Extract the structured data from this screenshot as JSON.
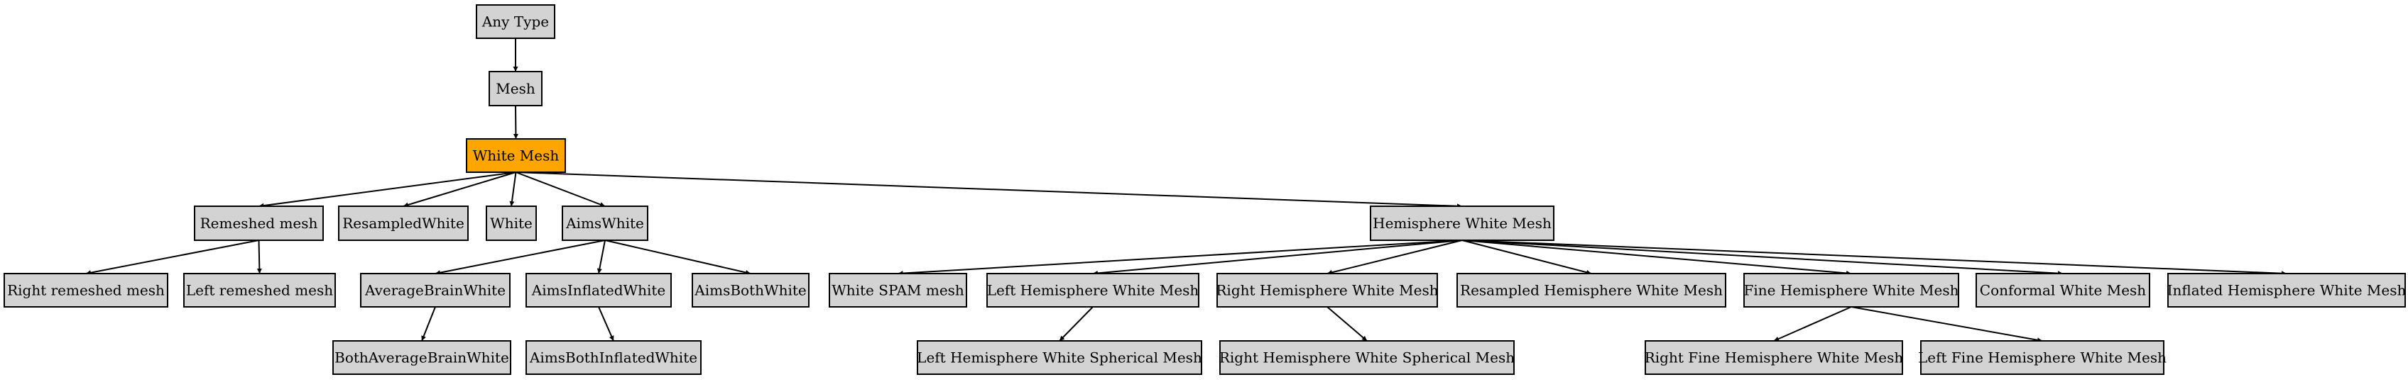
{
  "diagram": {
    "node_fill": "#d3d3d3",
    "highlight_fill": "#ffa500",
    "nodes": {
      "any_type": "Any Type",
      "mesh": "Mesh",
      "white_mesh": "White Mesh",
      "remeshed_mesh": "Remeshed mesh",
      "resampled_white": "ResampledWhite",
      "white": "White",
      "aims_white": "AimsWhite",
      "hemisphere_white_mesh": "Hemisphere White Mesh",
      "right_remeshed_mesh": "Right remeshed mesh",
      "left_remeshed_mesh": "Left remeshed mesh",
      "average_brain_white": "AverageBrainWhite",
      "aims_inflated_white": "AimsInflatedWhite",
      "aims_both_white": "AimsBothWhite",
      "white_spam_mesh": "White SPAM mesh",
      "left_hemisphere_white_mesh": "Left Hemisphere White Mesh",
      "right_hemisphere_white_mesh": "Right Hemisphere White Mesh",
      "resampled_hemisphere_white_mesh": "Resampled Hemisphere White Mesh",
      "fine_hemisphere_white_mesh": "Fine Hemisphere White Mesh",
      "conformal_white_mesh": "Conformal White Mesh",
      "inflated_hemisphere_white_mesh": "Inflated Hemisphere White Mesh",
      "both_average_brain_white": "BothAverageBrainWhite",
      "aims_both_inflated_white": "AimsBothInflatedWhite",
      "left_hemisphere_white_spherical_mesh": "Left Hemisphere White Spherical Mesh",
      "right_hemisphere_white_spherical_mesh": "Right Hemisphere White Spherical Mesh",
      "right_fine_hemisphere_white_mesh": "Right Fine Hemisphere White Mesh",
      "left_fine_hemisphere_white_mesh": "Left Fine Hemisphere White Mesh"
    },
    "edges": [
      [
        "any_type",
        "mesh"
      ],
      [
        "mesh",
        "white_mesh"
      ],
      [
        "white_mesh",
        "remeshed_mesh"
      ],
      [
        "white_mesh",
        "resampled_white"
      ],
      [
        "white_mesh",
        "white"
      ],
      [
        "white_mesh",
        "aims_white"
      ],
      [
        "white_mesh",
        "hemisphere_white_mesh"
      ],
      [
        "remeshed_mesh",
        "right_remeshed_mesh"
      ],
      [
        "remeshed_mesh",
        "left_remeshed_mesh"
      ],
      [
        "aims_white",
        "average_brain_white"
      ],
      [
        "aims_white",
        "aims_inflated_white"
      ],
      [
        "aims_white",
        "aims_both_white"
      ],
      [
        "average_brain_white",
        "both_average_brain_white"
      ],
      [
        "aims_inflated_white",
        "aims_both_inflated_white"
      ],
      [
        "hemisphere_white_mesh",
        "white_spam_mesh"
      ],
      [
        "hemisphere_white_mesh",
        "left_hemisphere_white_mesh"
      ],
      [
        "hemisphere_white_mesh",
        "right_hemisphere_white_mesh"
      ],
      [
        "hemisphere_white_mesh",
        "resampled_hemisphere_white_mesh"
      ],
      [
        "hemisphere_white_mesh",
        "fine_hemisphere_white_mesh"
      ],
      [
        "hemisphere_white_mesh",
        "conformal_white_mesh"
      ],
      [
        "hemisphere_white_mesh",
        "inflated_hemisphere_white_mesh"
      ],
      [
        "left_hemisphere_white_mesh",
        "left_hemisphere_white_spherical_mesh"
      ],
      [
        "right_hemisphere_white_mesh",
        "right_hemisphere_white_spherical_mesh"
      ],
      [
        "fine_hemisphere_white_mesh",
        "right_fine_hemisphere_white_mesh"
      ],
      [
        "fine_hemisphere_white_mesh",
        "left_fine_hemisphere_white_mesh"
      ]
    ]
  }
}
